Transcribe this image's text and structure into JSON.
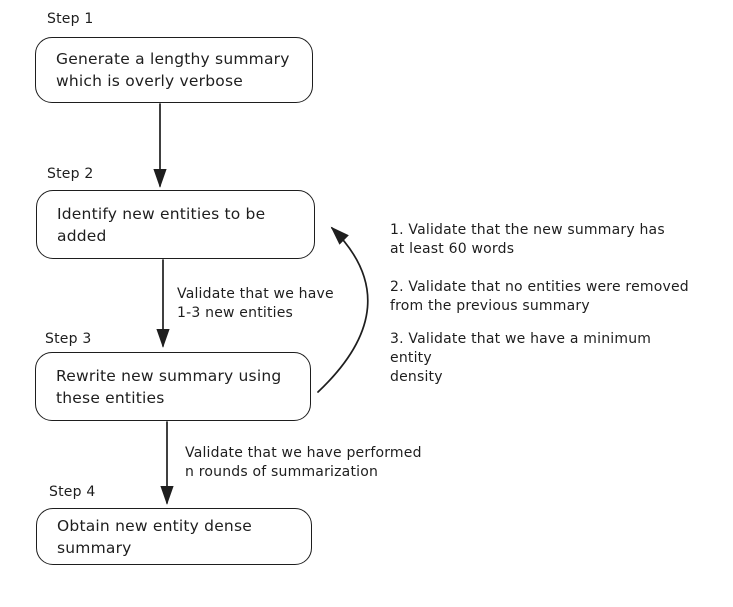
{
  "diagram": {
    "background_color": "#ffffff",
    "stroke_color": "#1e1e1e",
    "steps": [
      {
        "label": "Step 1",
        "text": "Generate a lengthy summary\nwhich is overly verbose"
      },
      {
        "label": "Step 2",
        "text": "Identify new entities to be\nadded"
      },
      {
        "label": "Step 3",
        "text": "Rewrite new summary using\nthese entities"
      },
      {
        "label": "Step 4",
        "text": "Obtain new entity dense\nsummary"
      }
    ],
    "edge_labels": [
      {
        "from": "Step 2",
        "to": "Step 3",
        "text": "Validate that we have\n1-3 new entities"
      },
      {
        "from": "Step 3",
        "to": "Step 4",
        "text": "Validate that we have performed\nn rounds of summarization"
      }
    ],
    "loop_annotation": {
      "from": "Step 3",
      "to": "Step 2",
      "items": [
        "1. Validate that the new summary has\nat least 60 words",
        "2. Validate that no entities were removed\nfrom the previous summary",
        "3. Validate that we have a minimum entity\ndensity"
      ]
    }
  }
}
